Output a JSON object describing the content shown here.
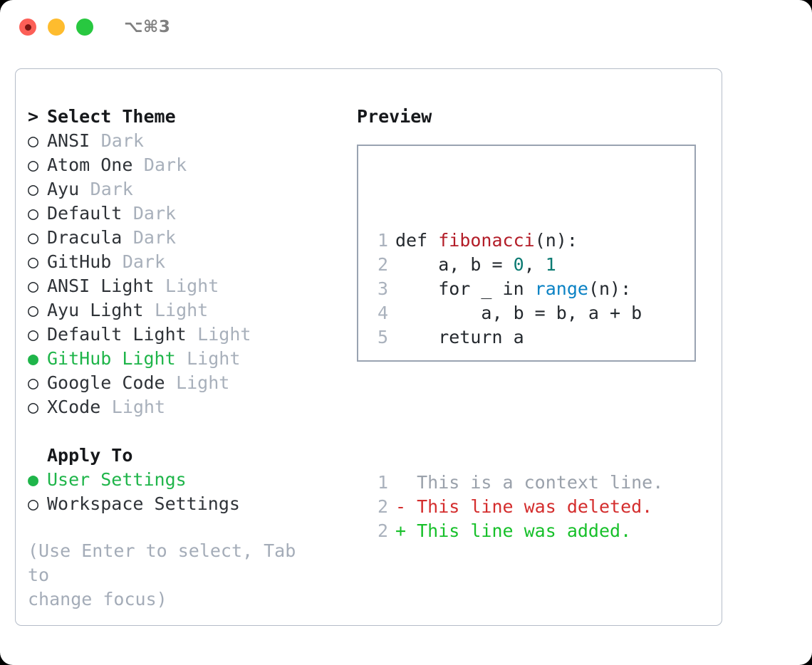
{
  "window": {
    "traffic_lights": [
      {
        "name": "close",
        "color": "#fc5f57",
        "modified": true
      },
      {
        "name": "minimize",
        "color": "#febc2e",
        "modified": false
      },
      {
        "name": "maximize",
        "color": "#28c840",
        "modified": false
      }
    ],
    "shortcut": "⌥⌘3"
  },
  "colors": {
    "accent_green": "#1fb54a",
    "muted": "#a8b0bb",
    "text": "#2f3338",
    "panel_border": "#b4bcc8",
    "preview_border": "#99a3b1",
    "diff_add": "#17c02a",
    "diff_del": "#d42d2d",
    "diff_ctx": "#9aa1ab",
    "syntax_function": "#b31d28",
    "syntax_number": "#0b7a72",
    "syntax_builtin": "#0b82c4",
    "syntax_text": "#24292e"
  },
  "theme_section": {
    "cursor_marker": ">",
    "title": "Select Theme",
    "items": [
      {
        "marker": "○",
        "label": "ANSI",
        "variant": "Dark",
        "selected": false
      },
      {
        "marker": "○",
        "label": "Atom One",
        "variant": "Dark",
        "selected": false
      },
      {
        "marker": "○",
        "label": "Ayu",
        "variant": "Dark",
        "selected": false
      },
      {
        "marker": "○",
        "label": "Default",
        "variant": "Dark",
        "selected": false
      },
      {
        "marker": "○",
        "label": "Dracula",
        "variant": "Dark",
        "selected": false
      },
      {
        "marker": "○",
        "label": "GitHub",
        "variant": "Dark",
        "selected": false
      },
      {
        "marker": "○",
        "label": "ANSI Light",
        "variant": "Light",
        "selected": false
      },
      {
        "marker": "○",
        "label": "Ayu Light",
        "variant": "Light",
        "selected": false
      },
      {
        "marker": "○",
        "label": "Default Light",
        "variant": "Light",
        "selected": false
      },
      {
        "marker": "●",
        "label": "GitHub Light",
        "variant": "Light",
        "selected": true
      },
      {
        "marker": "○",
        "label": "Google Code",
        "variant": "Light",
        "selected": false
      },
      {
        "marker": "○",
        "label": "XCode",
        "variant": "Light",
        "selected": false
      }
    ]
  },
  "apply_section": {
    "title": "Apply To",
    "items": [
      {
        "marker": "●",
        "label": "User Settings",
        "selected": true
      },
      {
        "marker": "○",
        "label": "Workspace Settings",
        "selected": false
      }
    ]
  },
  "hint": {
    "line1": "(Use Enter to select, Tab to",
    "line2": "change focus)"
  },
  "preview": {
    "title": "Preview",
    "code_lines": [
      {
        "no": "1",
        "segments": [
          {
            "text": "def ",
            "type": "text"
          },
          {
            "text": "fibonacci",
            "type": "function"
          },
          {
            "text": "(n):",
            "type": "text"
          }
        ]
      },
      {
        "no": "2",
        "segments": [
          {
            "text": "    a, b = ",
            "type": "text"
          },
          {
            "text": "0",
            "type": "number"
          },
          {
            "text": ", ",
            "type": "text"
          },
          {
            "text": "1",
            "type": "number"
          }
        ]
      },
      {
        "no": "3",
        "segments": [
          {
            "text": "    for _ in ",
            "type": "text"
          },
          {
            "text": "range",
            "type": "builtin"
          },
          {
            "text": "(n):",
            "type": "text"
          }
        ]
      },
      {
        "no": "4",
        "segments": [
          {
            "text": "        a, b = b, a + b",
            "type": "text"
          }
        ]
      },
      {
        "no": "5",
        "segments": [
          {
            "text": "    return a",
            "type": "text"
          }
        ]
      }
    ],
    "diff_lines": [
      {
        "no": "1",
        "sign": " ",
        "text": " This is a context line.",
        "kind": "context"
      },
      {
        "no": "2",
        "sign": "-",
        "text": " This line was deleted.",
        "kind": "deleted"
      },
      {
        "no": "2",
        "sign": "+",
        "text": " This line was added.",
        "kind": "added"
      }
    ]
  }
}
